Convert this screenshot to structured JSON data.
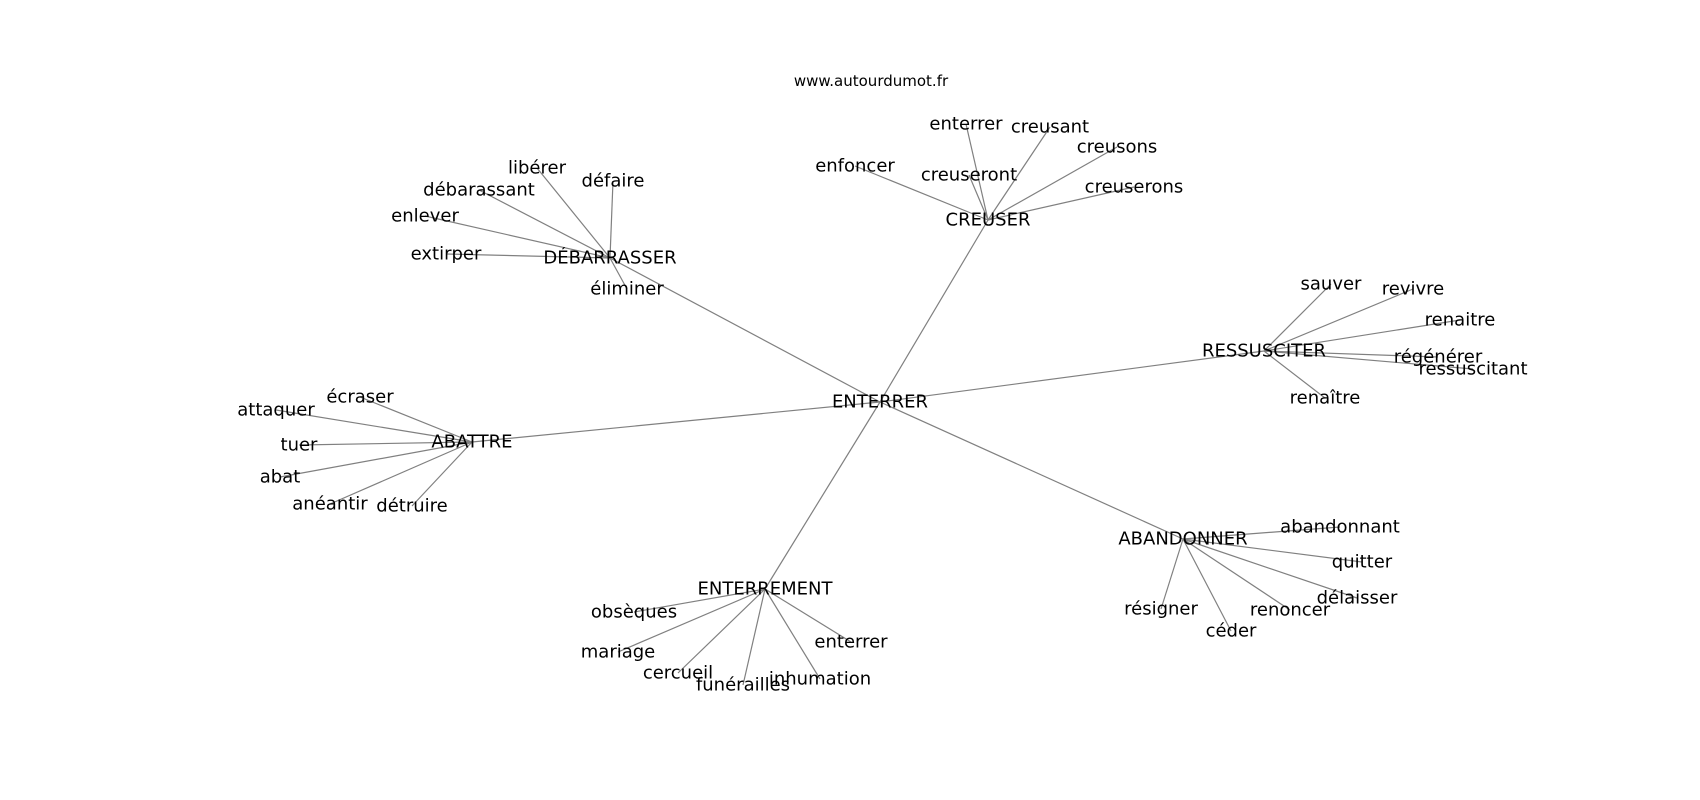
{
  "header": {
    "site": "www.autourdumot.fr"
  },
  "graph": {
    "root": "ENTERRER",
    "hubs": [
      {
        "label": "DÉBARRASSER",
        "words": [
          "libérer",
          "défaire",
          "débarassant",
          "enlever",
          "extirper",
          "éliminer"
        ]
      },
      {
        "label": "CREUSER",
        "words": [
          "enterrer",
          "creusant",
          "creusons",
          "enfoncer",
          "creuseront",
          "creuserons"
        ]
      },
      {
        "label": "RESSUSCITER",
        "words": [
          "sauver",
          "revivre",
          "renaitre",
          "régénérer",
          "ressuscitant",
          "renaître"
        ]
      },
      {
        "label": "ABATTRE",
        "words": [
          "écraser",
          "attaquer",
          "tuer",
          "abat",
          "anéantir",
          "détruire"
        ]
      },
      {
        "label": "ABANDONNER",
        "words": [
          "abandonnant",
          "quitter",
          "délaisser",
          "renoncer",
          "céder",
          "résigner"
        ]
      },
      {
        "label": "ENTERREMENT",
        "words": [
          "obsèques",
          "mariage",
          "cercueil",
          "funérailles",
          "inhumation",
          "enterrer"
        ]
      }
    ]
  }
}
